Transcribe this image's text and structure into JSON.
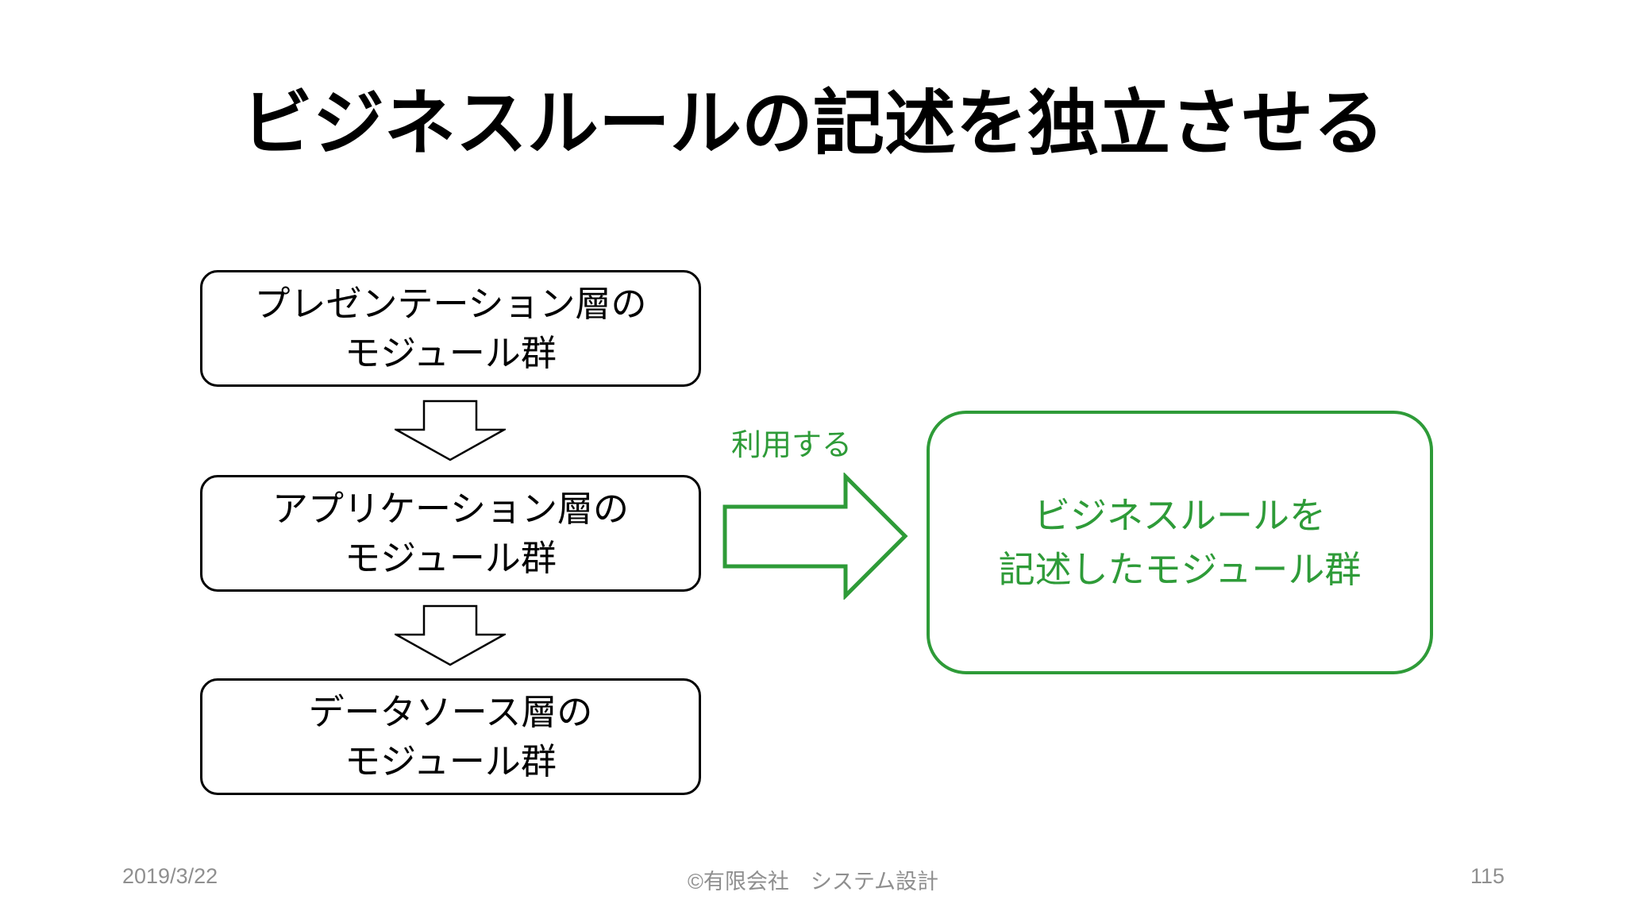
{
  "title": "ビジネスルールの記述を独立させる",
  "layer_boxes": [
    {
      "text": "プレゼンテーション層の\nモジュール群"
    },
    {
      "text": "アプリケーション層の\nモジュール群"
    },
    {
      "text": "データソース層の\nモジュール群"
    }
  ],
  "uses_arrow": {
    "label": "利用する"
  },
  "business_rules_box": {
    "text": "ビジネスルールを\n記述したモジュール群"
  },
  "footer": {
    "date": "2019/3/22",
    "copyright": "©有限会社　システム設計",
    "page_number": "115"
  },
  "colors": {
    "accent_green": "#2E9B38",
    "outline_black": "#000000",
    "footer_gray": "#8F8F8F",
    "background": "#FFFFFF"
  }
}
